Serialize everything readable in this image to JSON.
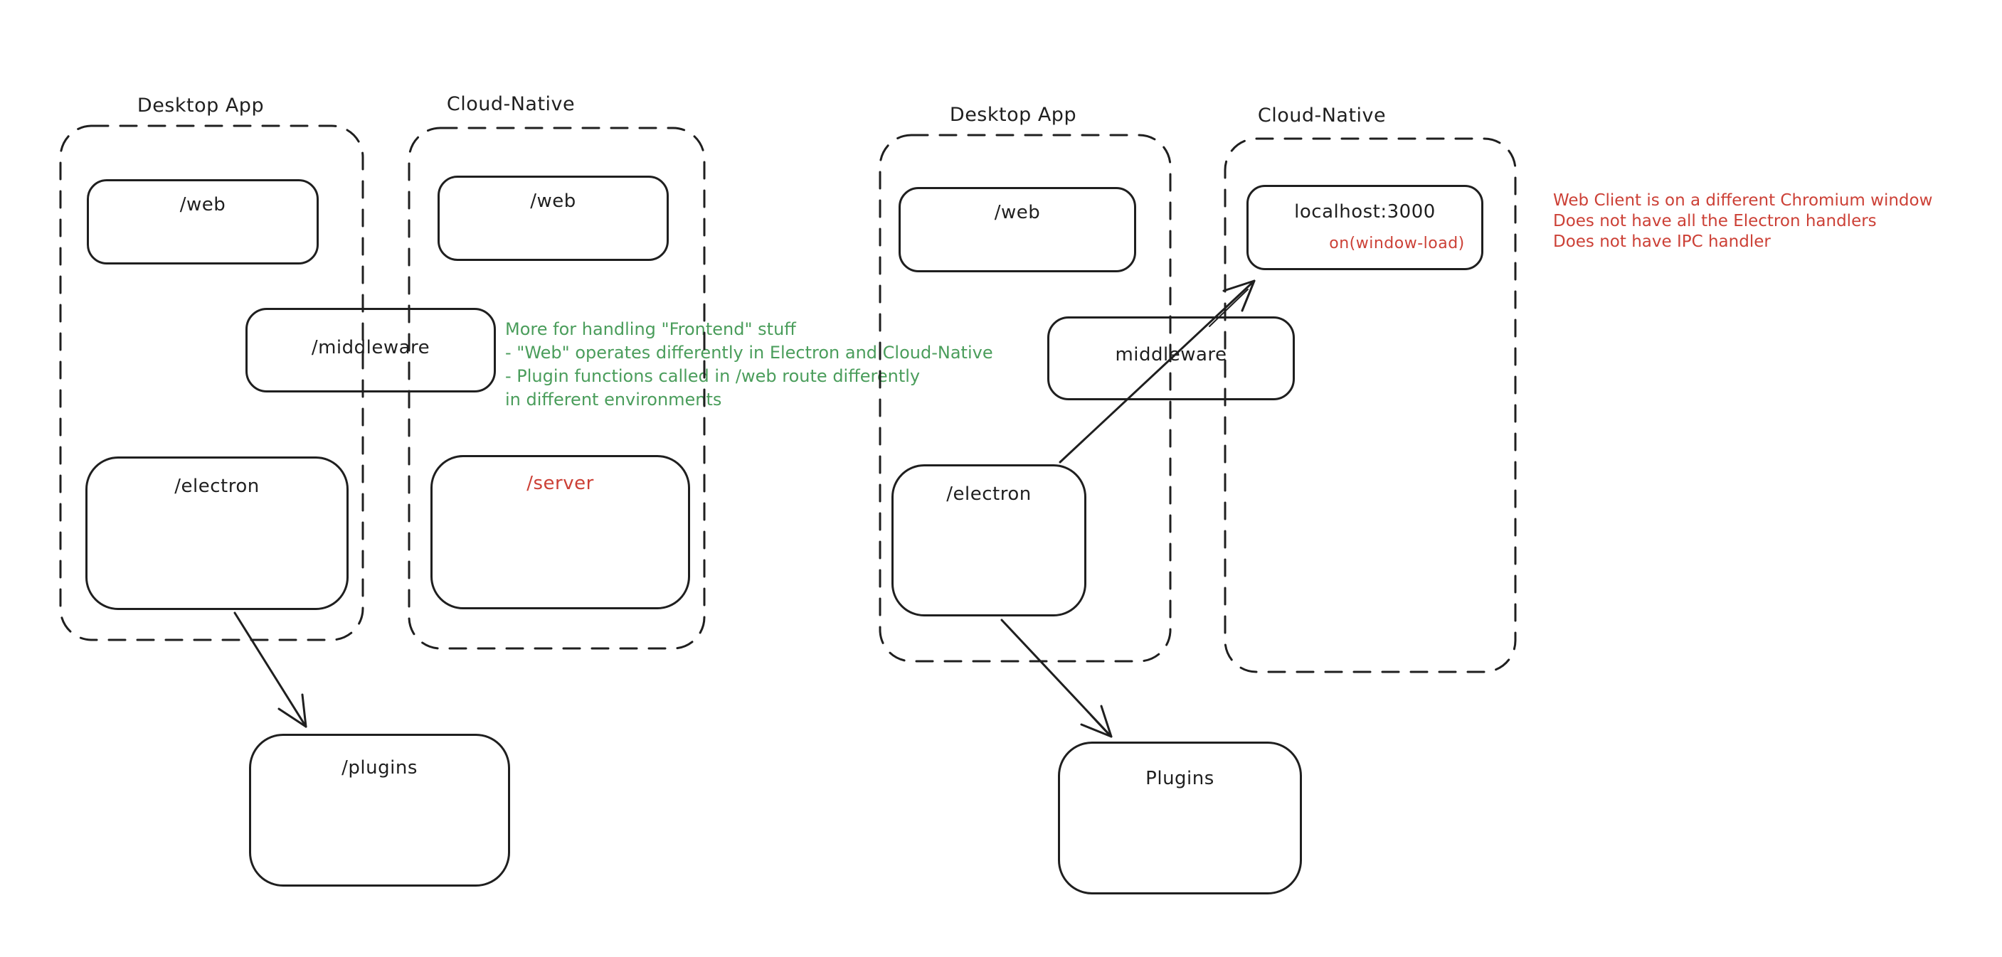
{
  "colors": {
    "stroke": "#1f1f1f",
    "red": "#cc4036",
    "green": "#4a9d5b",
    "background": "#ffffff"
  },
  "diagram_left": {
    "desktop_group_label": "Desktop App",
    "cloud_group_label": "Cloud-Native",
    "nodes": {
      "web_desktop": "/web",
      "web_cloud": "/web",
      "middleware": "/middleware",
      "electron": "/electron",
      "server": "/server",
      "plugins": "/plugins"
    },
    "note_green": {
      "lines": [
        "More for handling \"Frontend\" stuff",
        "- \"Web\" operates differently in Electron and Cloud-Native",
        "- Plugin functions called in /web route differently",
        "in different environments"
      ]
    }
  },
  "diagram_right": {
    "desktop_group_label": "Desktop App",
    "cloud_group_label": "Cloud-Native",
    "nodes": {
      "web": "/web",
      "middleware": "middleware",
      "electron": "/electron",
      "localhost": "localhost:3000",
      "localhost_sub": "on(window-load)",
      "plugins": "Plugins"
    },
    "note_red": {
      "lines": [
        "Web Client is on a different Chromium window",
        "Does not have all the Electron handlers",
        "Does not have IPC handler"
      ]
    }
  }
}
